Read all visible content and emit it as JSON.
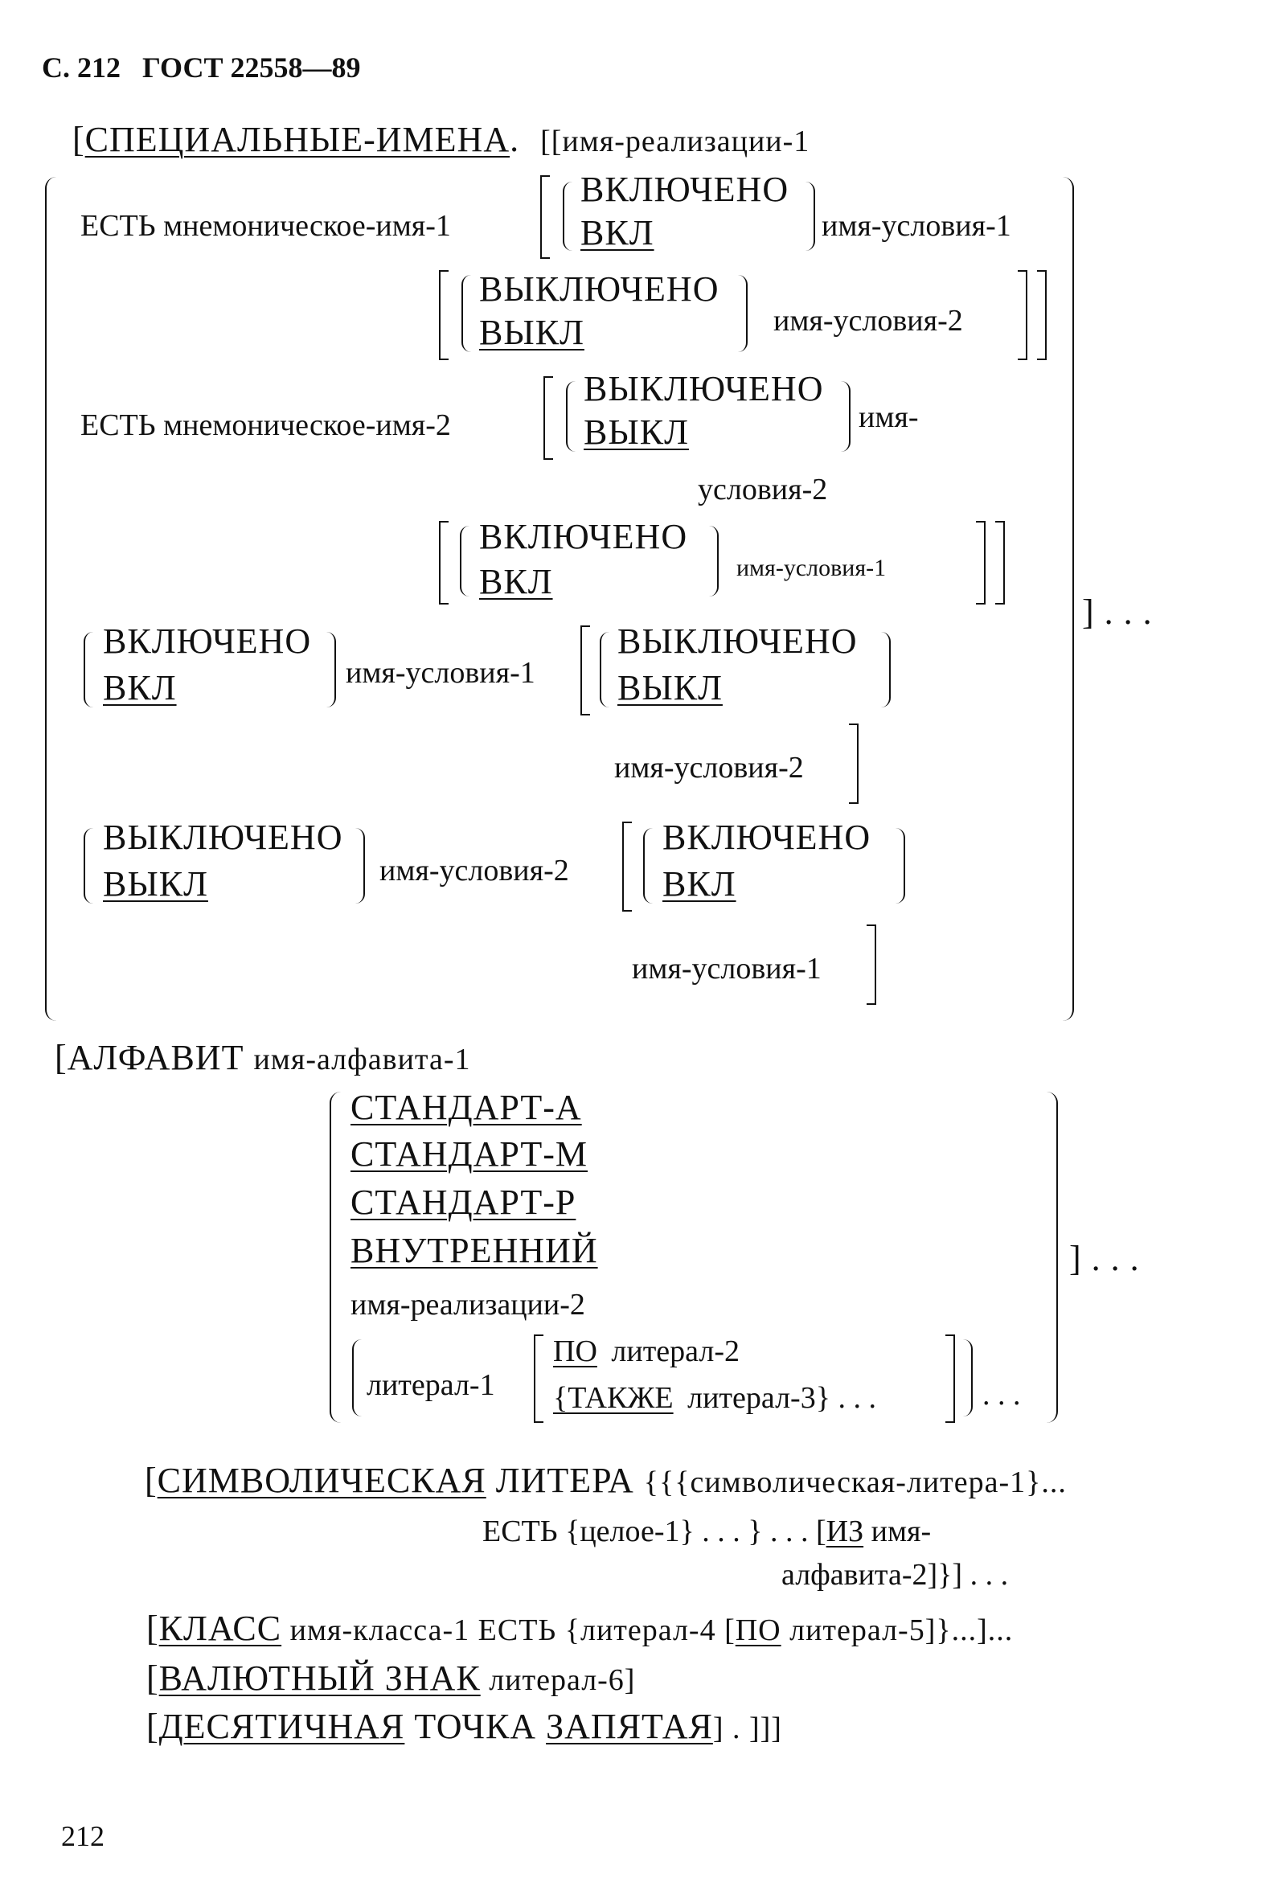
{
  "header": {
    "page_ref": "С. 212",
    "standard": "ГОСТ 22558—89"
  },
  "special_names": {
    "keyword": "СПЕЦИАЛЬНЫЕ-ИМЕНА",
    "open": "[",
    "dot": ".",
    "impl_name": "[[имя-реализации-1"
  },
  "block1": {
    "est1": "ЕСТЬ",
    "mnem1": "мнемоническое-имя-1",
    "on": "ВКЛЮЧЕНО",
    "on_short": "ВКЛ",
    "cond1": "имя-условия-1",
    "off": "ВЫКЛЮЧЕНО",
    "off_short": "ВЫКЛ",
    "cond2": "имя-условия-2",
    "est2": "ЕСТЬ",
    "mnem2": "мнемоническое-имя-2",
    "off2": "ВЫКЛЮЧЕНО",
    "off2_short": "ВЫКЛ",
    "cond2_a": "имя-",
    "cond2_b": "условия-2",
    "on2": "ВКЛЮЧЕНО",
    "on2_short": "ВКЛ",
    "cond1_b": "имя-условия-1",
    "tail": "] . . ."
  },
  "block2": {
    "on": "ВКЛЮЧЕНО",
    "on_short": "ВКЛ",
    "cond1": "имя-условия-1",
    "off": "ВЫКЛЮЧЕНО",
    "off_short": "ВЫКЛ",
    "cond2": "имя-условия-2",
    "off_b": "ВЫКЛЮЧЕНО",
    "off_b_short": "ВЫКЛ",
    "cond2_b": "имя-условия-2",
    "on_b": "ВКЛЮЧЕНО",
    "on_b_short": "ВКЛ",
    "cond1_b": "имя-условия-1"
  },
  "alphabet": {
    "open": "[",
    "keyword": "АЛФАВИТ",
    "name": "имя-алфавита-1",
    "options": [
      "СТАНДАРТ-А",
      "СТАНДАРТ-М",
      "СТАНДАРТ-Р",
      "ВНУТРЕННИЙ"
    ],
    "impl_name": "имя-реализации-2",
    "literal1": "литерал-1",
    "thru": "ПО",
    "literal2": "литерал-2",
    "also": "{ТАКЖЕ",
    "literal3": "литерал-3} . . .",
    "tail": "] . . .",
    "dots": ". . ."
  },
  "symbolic": {
    "open": "[",
    "keyword": "СИМВОЛИЧЕСКАЯ",
    "keyword2": "ЛИТЕРА",
    "rest1": "{{{символическая-литера-1}...",
    "line2": "ЕСТЬ {целое-1} . . . } . . . [",
    "in_kw": "ИЗ",
    "line2_end": " имя-",
    "line3": "алфавита-2]}] . . ."
  },
  "class_clause": {
    "open": "[",
    "keyword": "КЛАСС",
    "rest": " имя-класса-1 ЕСТЬ {литерал-4  [",
    "thru": "ПО",
    "end": " литерал-5]}...]..."
  },
  "currency": {
    "open": "[",
    "keyword": "ВАЛЮТНЫЙ ЗНАК",
    "rest": " литерал-6]"
  },
  "decimal": {
    "open": "[",
    "keyword": "ДЕСЯТИЧНАЯ",
    "keyword2": " ТОЧКА ",
    "keyword3": "ЗАПЯТАЯ",
    "rest": "] . ]]]"
  },
  "footer": {
    "page_number": "212"
  }
}
